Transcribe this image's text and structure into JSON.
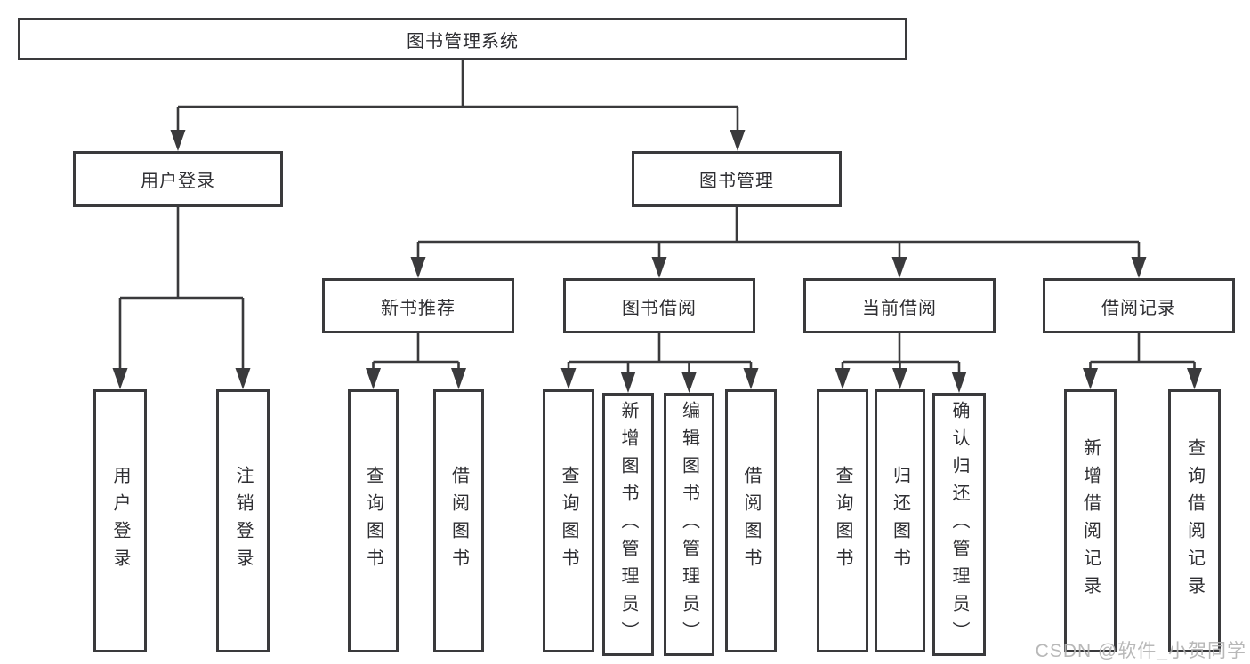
{
  "colors": {
    "line": "#3a3a3c",
    "text": "#2e2e32",
    "watermark": "#b2b2b2",
    "background": "#ffffff"
  },
  "diagram": {
    "type": "hierarchy-tree",
    "root": {
      "label": "图书管理系统"
    },
    "level2": [
      {
        "label": "用户登录",
        "parent": "图书管理系统"
      },
      {
        "label": "图书管理",
        "parent": "图书管理系统"
      }
    ],
    "level3": [
      {
        "label": "新书推荐",
        "parent": "图书管理"
      },
      {
        "label": "图书借阅",
        "parent": "图书管理"
      },
      {
        "label": "当前借阅",
        "parent": "图书管理"
      },
      {
        "label": "借阅记录",
        "parent": "图书管理"
      }
    ],
    "leaves": [
      {
        "label": "用户登录",
        "parent": "用户登录"
      },
      {
        "label": "注销登录",
        "parent": "用户登录"
      },
      {
        "label": "查询图书",
        "parent": "新书推荐"
      },
      {
        "label": "借阅图书",
        "parent": "新书推荐"
      },
      {
        "label": "查询图书",
        "parent": "图书借阅"
      },
      {
        "label": "新增图书（管理员）",
        "parent": "图书借阅"
      },
      {
        "label": "编辑图书（管理员）",
        "parent": "图书借阅"
      },
      {
        "label": "借阅图书",
        "parent": "图书借阅"
      },
      {
        "label": "查询图书",
        "parent": "当前借阅"
      },
      {
        "label": "归还图书",
        "parent": "当前借阅"
      },
      {
        "label": "确认归还（管理员）",
        "parent": "当前借阅"
      },
      {
        "label": "新增借阅记录",
        "parent": "借阅记录"
      },
      {
        "label": "查询借阅记录",
        "parent": "借阅记录"
      }
    ]
  },
  "watermark": {
    "text": "CSDN @软件_小贺同学"
  }
}
